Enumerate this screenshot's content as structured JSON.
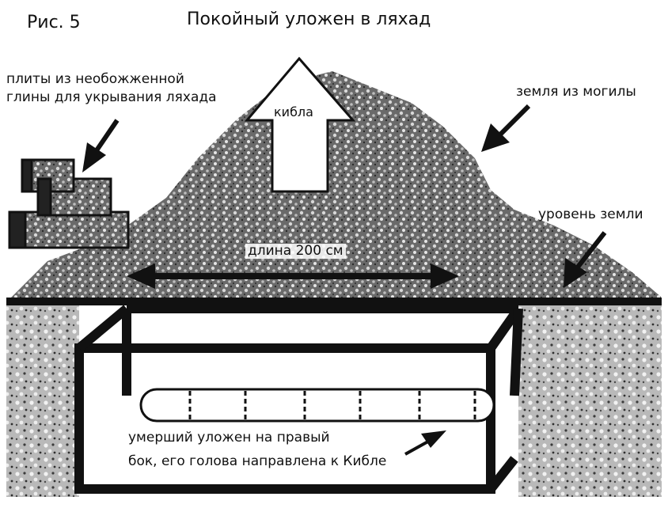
{
  "figure_number": "Рис. 5",
  "title": "Покойный уложен в ляхад",
  "labels": {
    "clay_plates_line1": "плиты из необожженной",
    "clay_plates_line2": "глины для укрывания ляхада",
    "grave_earth": "земля из могилы",
    "qibla": "кибла",
    "ground_level": "уровень земли",
    "length": "длина 200 см",
    "deceased_line1": "умерший уложен на правый",
    "deceased_line2": "бок, его голова направлена к Кибле"
  },
  "colors": {
    "outline": "#111111",
    "soil_dark": "#5a5a5a",
    "soil_light": "#cfcfcf",
    "background": "#ffffff"
  }
}
